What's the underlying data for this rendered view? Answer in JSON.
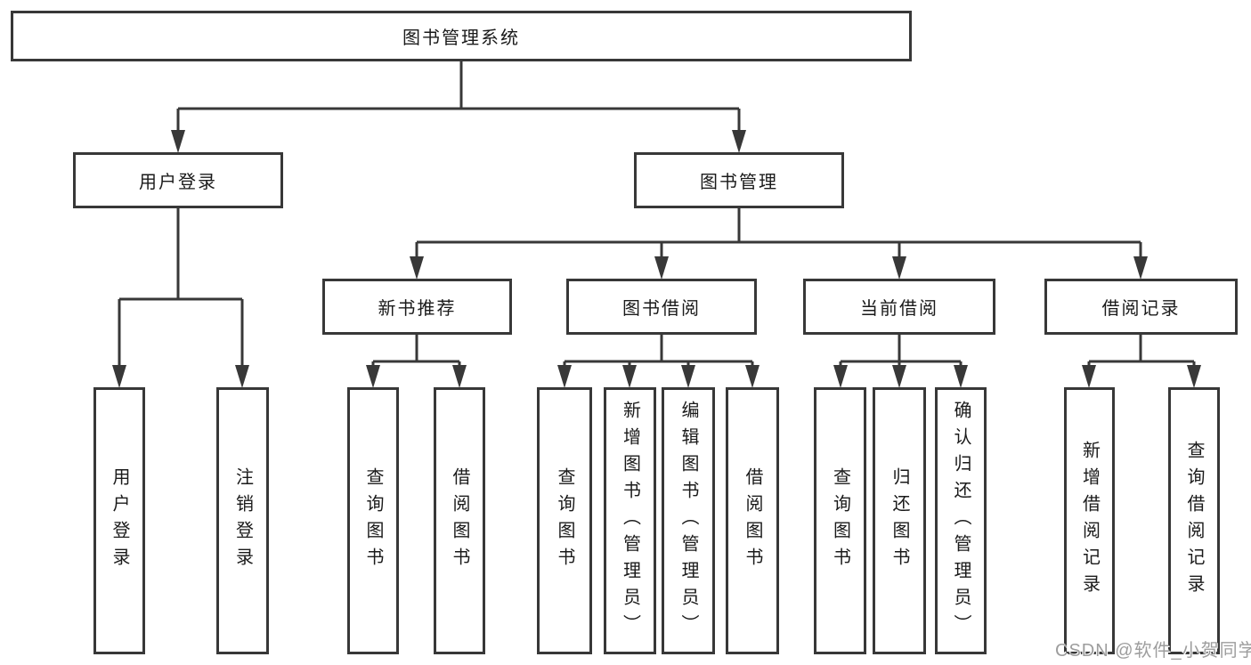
{
  "diagram": {
    "title": "图书管理系统",
    "root": "图书管理系统",
    "children": [
      {
        "label": "用户登录",
        "children": [
          "用户登录",
          "注销登录"
        ]
      },
      {
        "label": "图书管理",
        "children": [
          {
            "label": "新书推荐",
            "children": [
              "查询图书",
              "借阅图书"
            ]
          },
          {
            "label": "图书借阅",
            "children": [
              "查询图书",
              "新增图书（管理员）",
              "编辑图书（管理员）",
              "借阅图书"
            ]
          },
          {
            "label": "当前借阅",
            "children": [
              "查询图书",
              "归还图书",
              "确认归还（管理员）"
            ]
          },
          {
            "label": "借阅记录",
            "children": [
              "新增借阅记录",
              "查询借阅记录"
            ]
          }
        ]
      }
    ]
  },
  "watermark": {
    "text": "CSDN @软件_小贺同学",
    "color": "#9d9d9d"
  },
  "colors": {
    "line": "#383838",
    "border": "#383838",
    "text": "#1a1a1a",
    "background": "#ffffff"
  }
}
